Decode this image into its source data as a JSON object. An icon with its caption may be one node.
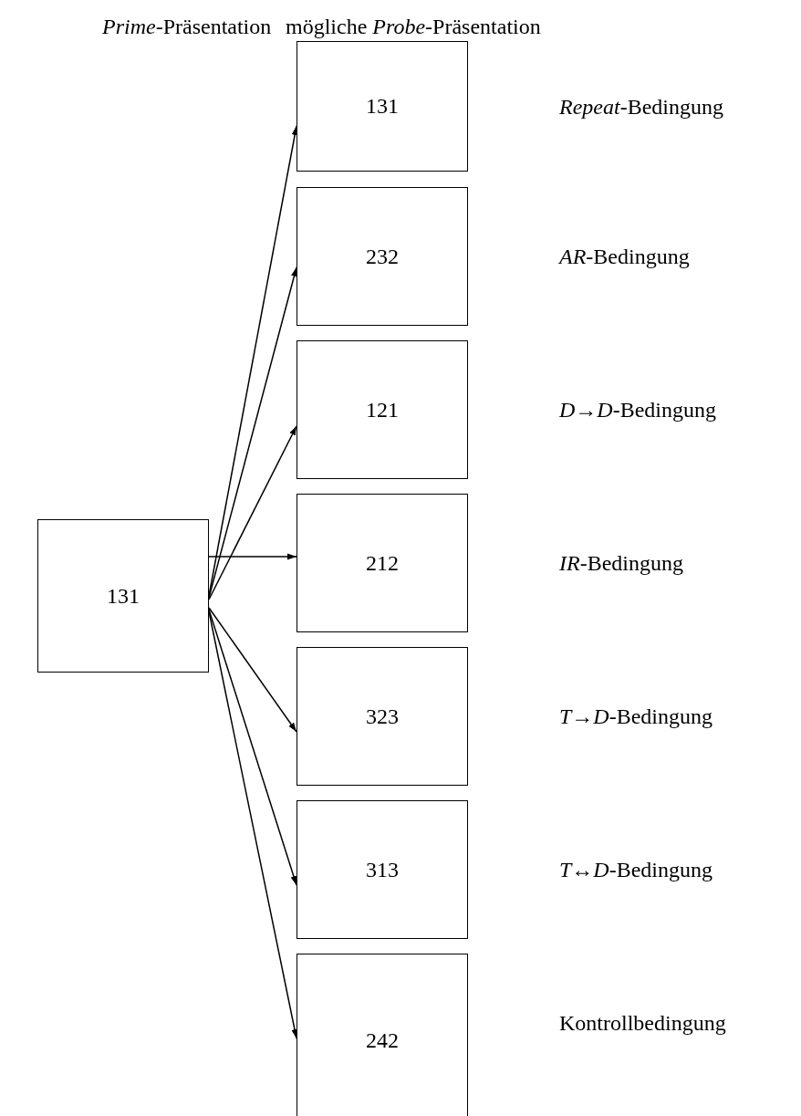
{
  "diagram": {
    "nodes": [
      {
        "text": [
          "131"
        ]
      },
      {
        "text": [
          "131"
        ]
      },
      {
        "text": [
          "232"
        ]
      },
      {
        "text": [
          "121"
        ]
      },
      {
        "text": [
          "212"
        ]
      },
      {
        "text": [
          "323"
        ]
      },
      {
        "text": [
          "313"
        ]
      },
      {
        "text": [
          "242"
        ]
      }
    ],
    "edges": [
      {
        "from": 0,
        "to": 1,
        "arrow": "to"
      },
      {
        "from": 0,
        "to": 2,
        "arrow": "to"
      },
      {
        "from": 0,
        "to": 3,
        "arrow": "to"
      },
      {
        "from": 0,
        "to": 4,
        "arrow": "to"
      },
      {
        "from": 0,
        "to": 5,
        "arrow": "to"
      },
      {
        "from": 0,
        "to": 6,
        "arrow": "to"
      },
      {
        "from": 0,
        "to": 7,
        "arrow": "to"
      }
    ],
    "labels": [
      "*Prime*-Präsentation",
      "mögliche *Probe*-Präsentation",
      "*Repeat*-Bedingung",
      "*AR*-Bedingung",
      "*D*→*D*-Bedingung",
      "*IR*-Bedingung",
      "*T*→*D*-Bedingung",
      "*T*↔*D*-Bedingung",
      "Kontrollbedingung"
    ]
  }
}
